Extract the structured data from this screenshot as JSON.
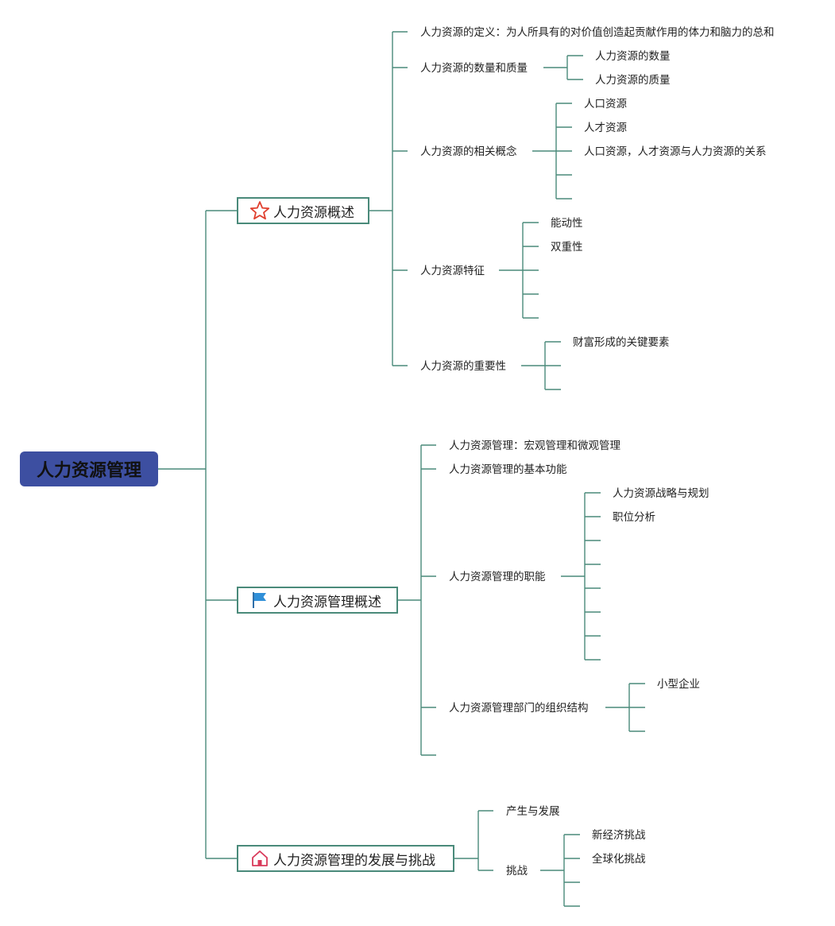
{
  "root": {
    "label": "人力资源管理"
  },
  "branches": [
    {
      "label": "人力资源概述",
      "icon": "star-icon",
      "children": [
        {
          "label": "人力资源的定义：为人所具有的对价值创造起贡献作用的体力和脑力的总和"
        },
        {
          "label": "人力资源的数量和质量",
          "children": [
            "人力资源的数量",
            "人力资源的质量"
          ]
        },
        {
          "label": "人力资源的相关概念",
          "children": [
            "人口资源",
            "人才资源",
            "人口资源，人才资源与人力资源的关系"
          ]
        },
        {
          "label": "人力资源特征",
          "children": [
            "能动性",
            "双重性"
          ]
        },
        {
          "label": "人力资源的重要性",
          "children": [
            "财富形成的关键要素"
          ]
        }
      ]
    },
    {
      "label": "人力资源管理概述",
      "icon": "flag-icon",
      "children": [
        {
          "label": "人力资源管理：宏观管理和微观管理"
        },
        {
          "label": "人力资源管理的基本功能"
        },
        {
          "label": "人力资源管理的职能",
          "children": [
            "人力资源战略与规划",
            "职位分析"
          ]
        },
        {
          "label": "人力资源管理部门的组织结构",
          "children": [
            "小型企业"
          ]
        }
      ]
    },
    {
      "label": "人力资源管理的发展与挑战",
      "icon": "home-icon",
      "children": [
        {
          "label": "产生与发展"
        },
        {
          "label": "挑战",
          "children": [
            "新经济挑战",
            "全球化挑战"
          ]
        }
      ]
    }
  ],
  "colors": {
    "root_fill": "#3d4fa1",
    "line": "#4a8a7a",
    "line_light": "#9cc4b8",
    "star": "#e0402f",
    "flag": "#2f8fd8",
    "home": "#d93a5a"
  }
}
